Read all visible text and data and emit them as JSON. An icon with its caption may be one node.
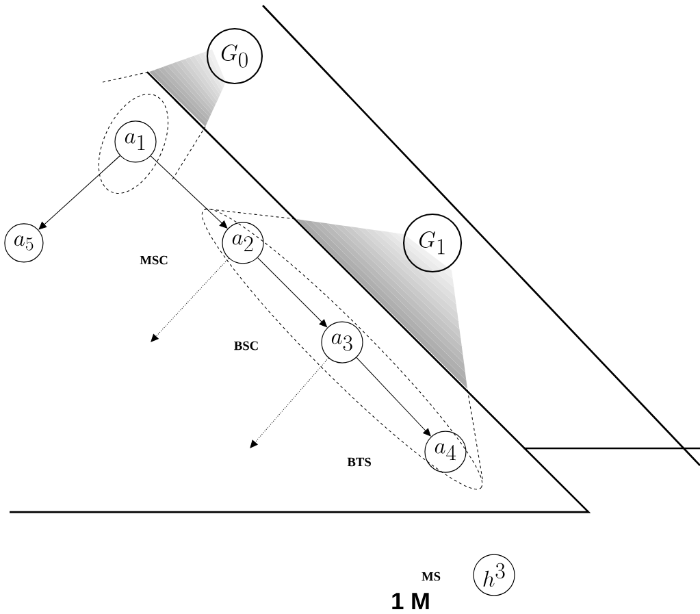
{
  "diagram": {
    "nodes": [
      {
        "text": [
          "G_0"
        ]
      },
      {
        "text": [
          "a_1"
        ]
      },
      {
        "text": [
          "a_2"
        ]
      },
      {
        "text": [
          "a_3"
        ]
      },
      {
        "text": [
          "a_4"
        ]
      },
      {
        "text": [
          "a_5"
        ]
      },
      {
        "text": [
          "G_1"
        ]
      },
      {
        "text": [
          "h^3"
        ]
      }
    ],
    "edges": [
      {
        "from": 1,
        "to": 5,
        "arrow": "to"
      },
      {
        "from": 1,
        "to": 2,
        "arrow": "to"
      },
      {
        "from": 2,
        "to": 3,
        "arrow": "to"
      },
      {
        "from": 3,
        "to": 4,
        "arrow": "to"
      },
      {
        "from": 2,
        "to": null,
        "arrow": "to",
        "style": "dashed"
      },
      {
        "from": 3,
        "to": null,
        "arrow": "to",
        "style": "dashed"
      }
    ],
    "labels": [
      "MSC",
      "BSC",
      "BTS",
      "MS",
      "1 M"
    ]
  }
}
